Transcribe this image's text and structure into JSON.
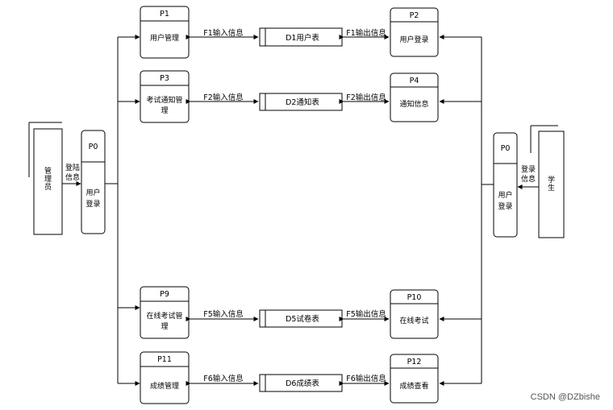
{
  "entities": {
    "admin": "管理员",
    "student": "学生"
  },
  "p0_left": {
    "id": "P0",
    "name_1": "用户",
    "name_2": "登录"
  },
  "p0_right": {
    "id": "P0",
    "name_1": "用户",
    "name_2": "登录"
  },
  "login_flow_left": {
    "line1": "登陆",
    "line2": "信息"
  },
  "login_flow_right": {
    "line1": "登录",
    "line2": "信息"
  },
  "processes": {
    "p1": {
      "id": "P1",
      "name": "用户管理"
    },
    "p2": {
      "id": "P2",
      "name": "用户登录"
    },
    "p3": {
      "id": "P3",
      "name_1": "考试通知管",
      "name_2": "理"
    },
    "p4": {
      "id": "P4",
      "name": "通知信息"
    },
    "p9": {
      "id": "P9",
      "name_1": "在线考试管",
      "name_2": "理"
    },
    "p10": {
      "id": "P10",
      "name": "在线考试"
    },
    "p11": {
      "id": "P11",
      "name": "成绩管理"
    },
    "p12": {
      "id": "P12",
      "name": "成绩查看"
    }
  },
  "stores": {
    "d1": "D1用户表",
    "d2": "D2通知表",
    "d5": "D5试卷表",
    "d6": "D6成绩表"
  },
  "flows": {
    "f1_in": "F1输入信息",
    "f1_out": "F1输出信息",
    "f2_in": "F2输入信息",
    "f2_out": "F2输出信息",
    "f5_in": "F5输入信息",
    "f5_out": "F5输出信息",
    "f6_in": "F6输入信息",
    "f6_out": "F6输出信息"
  },
  "watermark": "CSDN @DZbishe"
}
